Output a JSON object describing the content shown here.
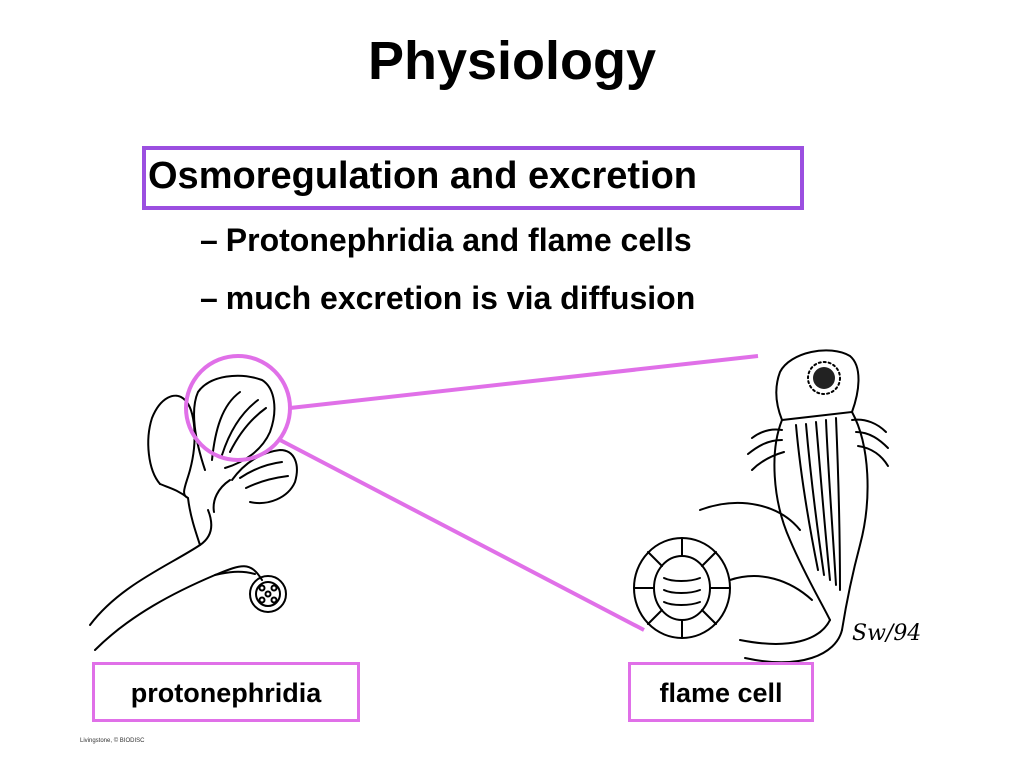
{
  "slide": {
    "title": "Physiology",
    "topic": "Osmoregulation and excretion",
    "bullets": [
      {
        "dash": "–",
        "text": "Protonephridia and flame cells"
      },
      {
        "dash": "–",
        "text": "much excretion is via diffusion"
      }
    ],
    "labels": {
      "left": "protonephridia",
      "right": "flame cell"
    },
    "artist_signature": "Sw/94",
    "credit": "Livingstone, © BIODISC"
  },
  "colors": {
    "topic_box": "#9b4fe0",
    "highlight": "#e070e8",
    "ink": "#000000"
  }
}
